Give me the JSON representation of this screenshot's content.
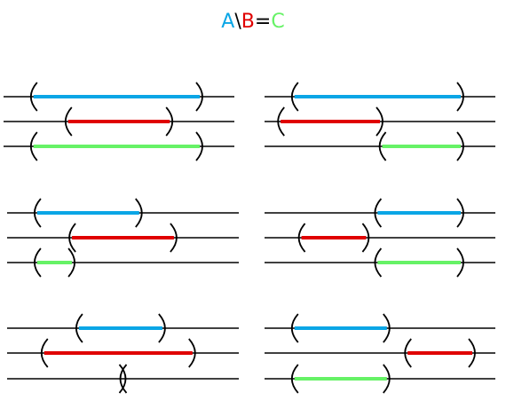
{
  "title": {
    "a": "A",
    "op": "\\",
    "b": "B",
    "eq": "=",
    "c": "C"
  },
  "colors": {
    "a": "#0aa6e6",
    "op": "#000000",
    "b": "#e00000",
    "eq": "#000000",
    "c": "#66f266",
    "axis": "#000000"
  },
  "panels": [
    {
      "a": [
        0.13,
        0.85
      ],
      "b": [
        0.28,
        0.72
      ],
      "c": [
        0.13,
        0.85
      ]
    },
    {
      "a": [
        0.13,
        0.85
      ],
      "b": [
        0.07,
        0.5
      ],
      "c": [
        0.51,
        0.85
      ]
    },
    {
      "a": [
        0.13,
        0.57
      ],
      "b": [
        0.28,
        0.72
      ],
      "c": [
        0.13,
        0.28
      ]
    },
    {
      "a": [
        0.49,
        0.85
      ],
      "b": [
        0.16,
        0.44
      ],
      "c": [
        0.49,
        0.85
      ]
    },
    {
      "a": [
        0.31,
        0.67
      ],
      "b": [
        0.16,
        0.8
      ],
      "c": [
        0.5,
        0.5
      ]
    },
    {
      "a": [
        0.13,
        0.53
      ],
      "b": [
        0.62,
        0.9
      ],
      "c": [
        0.13,
        0.53
      ]
    }
  ]
}
